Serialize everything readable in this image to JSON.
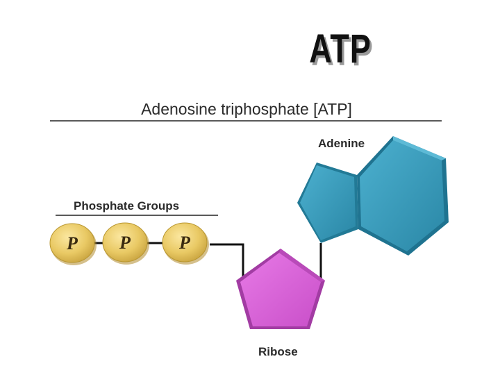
{
  "slide": {
    "title": "ATP"
  },
  "figure": {
    "title": "Adenosine triphosphate [ATP]",
    "labels": {
      "phosphate_groups": "Phosphate Groups",
      "adenine": "Adenine",
      "ribose": "Ribose"
    },
    "phosphates": [
      "P",
      "P",
      "P"
    ],
    "colors": {
      "phosphate": "#e9c964",
      "ribose": "#d85ed8",
      "adenine": "#3399b8",
      "bond": "#111111"
    }
  }
}
